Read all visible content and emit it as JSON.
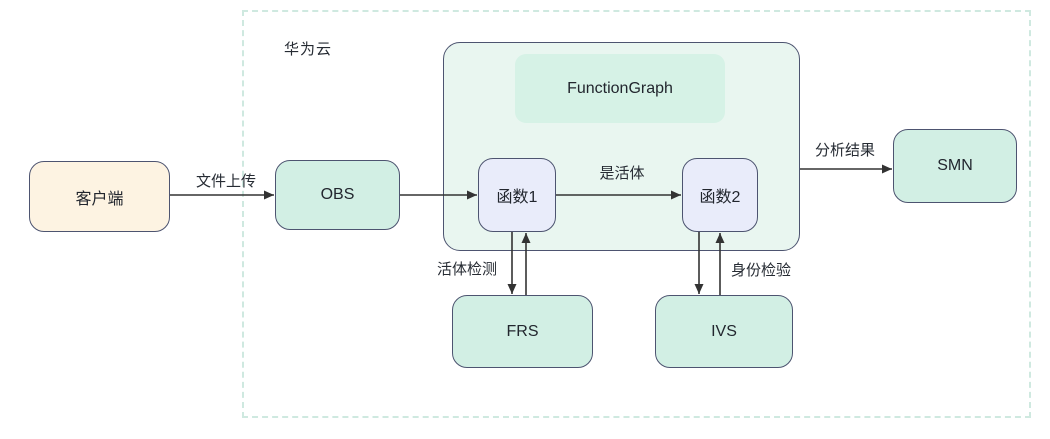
{
  "diagram": {
    "cloud_label": "华为云",
    "nodes": {
      "client": {
        "label": "客户端"
      },
      "obs": {
        "label": "OBS"
      },
      "functiongraph": {
        "label": "FunctionGraph"
      },
      "func1": {
        "label": "函数1"
      },
      "func2": {
        "label": "函数2"
      },
      "frs": {
        "label": "FRS"
      },
      "ivs": {
        "label": "IVS"
      },
      "smn": {
        "label": "SMN"
      }
    },
    "edges": {
      "upload": {
        "label": "文件上传"
      },
      "is_live": {
        "label": "是活体"
      },
      "analysis_result": {
        "label": "分析结果"
      },
      "liveness_check": {
        "label": "活体检测"
      },
      "identity_check": {
        "label": "身份检验"
      }
    },
    "colors": {
      "service_fill": "#d2efe4",
      "client_fill": "#fdf3e2",
      "functiongraph_fill": "#e9f6f0",
      "functiongraph_title_fill": "#d6f2e6",
      "function_node_fill": "#e9ecfa",
      "node_border": "#4d5470",
      "cloud_dashed_border": "#cfe9e0",
      "arrow": "#333333",
      "text": "#262b33"
    }
  }
}
